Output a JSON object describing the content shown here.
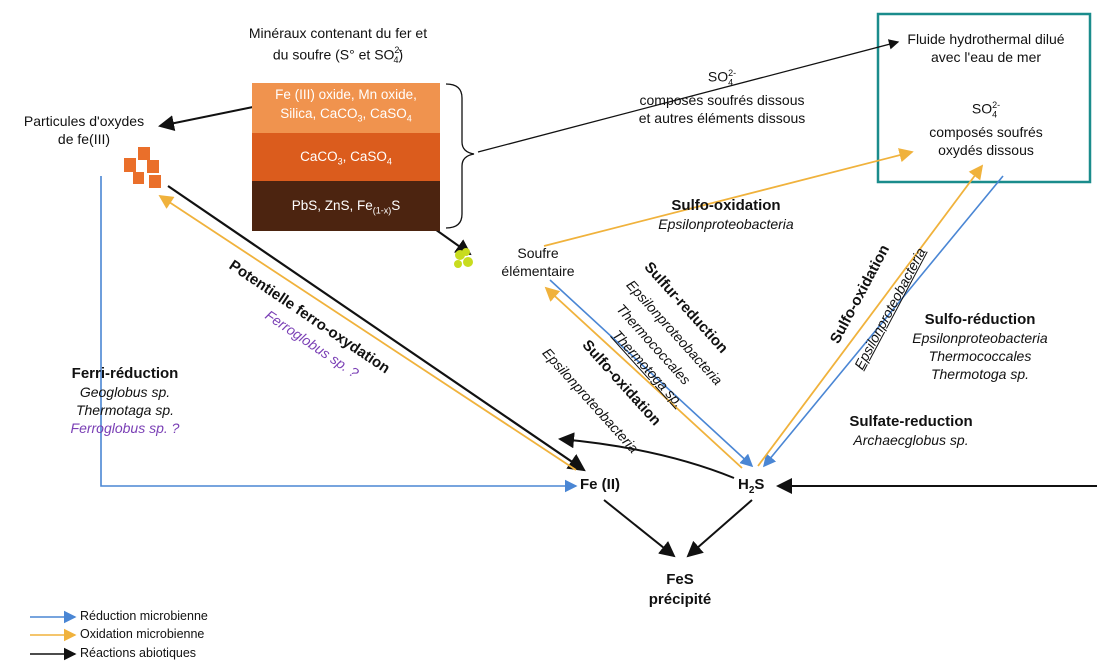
{
  "minerals": {
    "title_line1": "Minéraux contenant du fer et",
    "title_line2": "du soufre (S° et SO",
    "title_sub": "4",
    "title_sup": "2-",
    "title_end": ")",
    "layer1_line1": "Fe (III) oxide, Mn oxide,",
    "layer1_line2": "Silica, CaCO",
    "layer1_sub1": "3",
    "layer1_mid": ", CaSO",
    "layer1_sub2": "4",
    "layer2_a": "CaCO",
    "layer2_sub1": "3",
    "layer2_b": ", CaSO",
    "layer2_sub2": "4",
    "layer3_a": "PbS, ZnS, Fe",
    "layer3_sub": "(1-x)",
    "layer3_b": "S"
  },
  "dissolved": {
    "so4": "SO",
    "so4_sub": "4",
    "so4_sup": "2-",
    "line2": "composés soufrés dissous",
    "line3": "et autres éléments dissous"
  },
  "fluid_box": {
    "line1": "Fluide hydrothermal dilué",
    "line2": "avec l'eau de mer",
    "so4": "SO",
    "so4_sub": "4",
    "so4_sup": "2-",
    "line4": "composés soufrés",
    "line5": "oxydés dissous"
  },
  "particles": {
    "line1": "Particules d'oxydes",
    "line2": "de fe(III)"
  },
  "soufre": {
    "line1": "Soufre",
    "line2": "élémentaire"
  },
  "sulfo_ox_top": {
    "title": "Sulfo-oxidation",
    "org": "Epsilonproteobacteria"
  },
  "ferri_reduction": {
    "title": "Ferri-réduction",
    "org1": "Geoglobus sp.",
    "org2": "Thermotaga sp.",
    "org3": "Ferroglobus sp. ?"
  },
  "ferro_oxydation": {
    "title": "Potentielle ferro-oxydation",
    "org": "Ferroglobus sp. ?"
  },
  "sulfur_reduction": {
    "title": "Sulfur-reduction",
    "org1": "Epsilonproteobacteria",
    "org2": "Thermococcales",
    "org3": "Thermotoga sp."
  },
  "sulfo_ox_mid": {
    "title": "Sulfo-oxidation",
    "org": "Epsilonproteobacteria"
  },
  "sulfo_ox_right": {
    "title": "Sulfo-oxidation",
    "org": "Epsilonproteobacteria"
  },
  "sulfo_reduction": {
    "title": "Sulfo-réduction",
    "org1": "Epsilonproteobacteria",
    "org2": "Thermococcales",
    "org3": "Thermotoga sp."
  },
  "sulfate_reduction": {
    "title": "Sulfate-reduction",
    "org": "Archaecglobus sp."
  },
  "fe2": {
    "label": "Fe (II)"
  },
  "h2s": {
    "a": "H",
    "sub": "2",
    "b": "S"
  },
  "fes": {
    "line1": "FeS",
    "line2": "précipité"
  },
  "legend": {
    "items": [
      {
        "label": "Réduction microbienne",
        "color": "#4a86d4"
      },
      {
        "label": "Oxidation microbienne",
        "color": "#f0b23c"
      },
      {
        "label": "Réactions abiotiques",
        "color": "#111111"
      }
    ]
  },
  "colors": {
    "reduction": "#4a86d4",
    "oxidation": "#f0b23c",
    "abiotic": "#111111",
    "layer1": "#f0934e",
    "layer2": "#db5c1d",
    "layer3": "#4c2410",
    "box_border": "#1a8c8c",
    "sulfur_blob": "#c8dc1e",
    "particle": "#ea6f2a",
    "purple_text": "#7a3fb5"
  }
}
